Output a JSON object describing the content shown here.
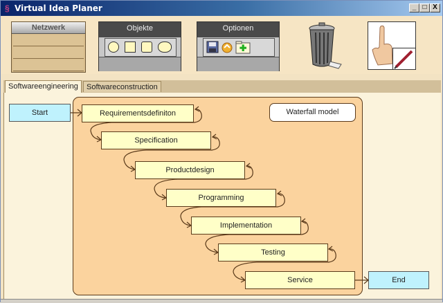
{
  "window": {
    "title": "Virtual Idea Planer",
    "controls": {
      "minimize": "_",
      "maximize": "□",
      "close": "X"
    }
  },
  "toolbar": {
    "netzwerk": {
      "label": "Netzwerk"
    },
    "objekte": {
      "label": "Objekte",
      "shapes": [
        "circle-shape",
        "square-shape",
        "rounded-square-shape",
        "cloud-shape"
      ]
    },
    "optionen": {
      "label": "Optionen",
      "icons": [
        "save-icon",
        "load-icon",
        "new-folder-icon"
      ]
    },
    "trash": {
      "icon": "trash-can-icon"
    },
    "tool_selector": {
      "icons": [
        "pointer-hand-icon",
        "pencil-icon"
      ]
    }
  },
  "tabs": [
    {
      "label": "Softwareengineering",
      "active": true
    },
    {
      "label": "Softwareconstruction",
      "active": false
    }
  ],
  "diagram": {
    "group_label": "Waterfall model",
    "start": "Start",
    "end": "End",
    "steps": [
      "Requirementsdefiniton",
      "Specification",
      "Productdesign",
      "Programming",
      "Implementation",
      "Testing",
      "Service"
    ],
    "colors": {
      "group_fill": "#fbd39e",
      "step_fill": "#ffffc8",
      "terminal_fill": "#bff2fd",
      "canvas": "#fbf3dc"
    }
  }
}
